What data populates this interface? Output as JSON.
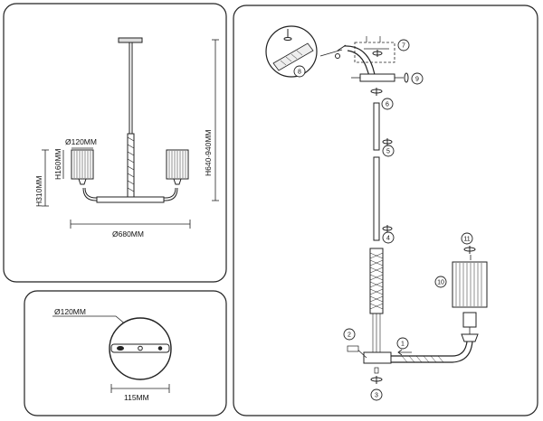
{
  "dimensions_panel": {
    "height_range": "H640-940MM",
    "shade_diameter": "Ø120MM",
    "shade_height": "H160MM",
    "arm_height": "H310MM",
    "total_width": "Ø680MM"
  },
  "canopy_panel": {
    "canopy_diameter": "Ø120MM",
    "mount_width": "115MM"
  },
  "assembly_panel": {
    "step_numbers": [
      "1",
      "2",
      "3",
      "4",
      "5",
      "6",
      "7",
      "8",
      "9",
      "10",
      "11"
    ]
  }
}
